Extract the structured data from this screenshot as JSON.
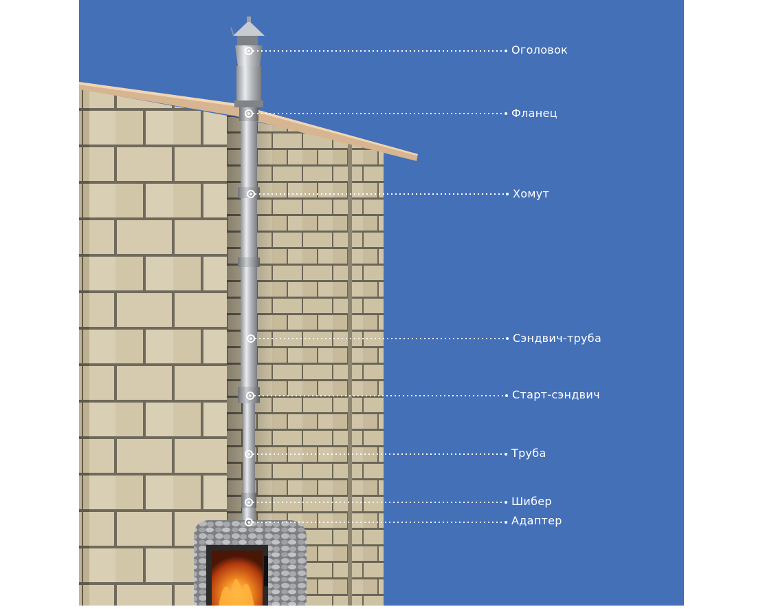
{
  "diagram": {
    "background_color": "#4470b8",
    "wall_color": "#d4c8ab",
    "mortar_color": "#6f6a5c",
    "labels": [
      {
        "id": "ogolovok",
        "text": "Оголовок"
      },
      {
        "id": "flanets",
        "text": "Фланец"
      },
      {
        "id": "khomut",
        "text": "Хомут"
      },
      {
        "id": "sendvich-truba",
        "text": "Сэндвич-труба"
      },
      {
        "id": "start-sendvich",
        "text": "Старт-сэндвич"
      },
      {
        "id": "truba",
        "text": "Труба"
      },
      {
        "id": "shiber",
        "text": "Шибер"
      },
      {
        "id": "adapter",
        "text": "Адаптер"
      }
    ]
  }
}
